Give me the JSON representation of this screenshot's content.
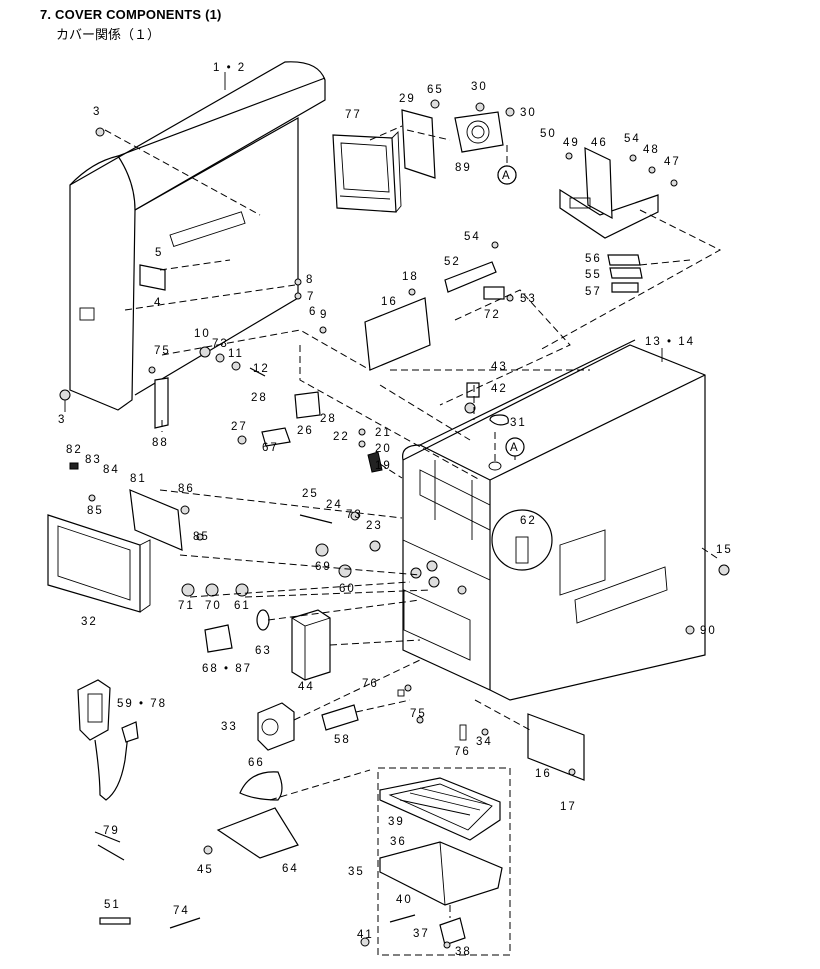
{
  "header": {
    "title": "7.  COVER COMPONENTS (1)",
    "subtitle": "カバー関係（１）"
  },
  "callouts": {
    "c1_2": "1 • 2",
    "c3a": "3",
    "c3b": "3",
    "c4": "4",
    "c5": "5",
    "c6": "6",
    "c7": "7",
    "c8": "8",
    "c9": "9",
    "c10": "10",
    "c11": "11",
    "c12": "12",
    "c13_14": "13 • 14",
    "c15": "15",
    "c16a": "16",
    "c16b": "16",
    "c17": "17",
    "c18": "18",
    "c19": "19",
    "c20": "20",
    "c21": "21",
    "c22": "22",
    "c23": "23",
    "c24": "24",
    "c25": "25",
    "c26": "26",
    "c27": "27",
    "c28a": "28",
    "c28b": "28",
    "c29": "29",
    "c30a": "30",
    "c30b": "30",
    "c31": "31",
    "c32": "32",
    "c33": "33",
    "c34": "34",
    "c35": "35",
    "c36": "36",
    "c37": "37",
    "c38": "38",
    "c39": "39",
    "c40": "40",
    "c41": "41",
    "c42": "42",
    "c43": "43",
    "c44": "44",
    "c45": "45",
    "c46": "46",
    "c47": "47",
    "c48": "48",
    "c49": "49",
    "c50": "50",
    "c51": "51",
    "c52": "52",
    "c53": "53",
    "c54a": "54",
    "c54b": "54",
    "c55": "55",
    "c56": "56",
    "c57": "57",
    "c58": "58",
    "c59_78": "59 • 78",
    "c60": "60",
    "c61": "61",
    "c62": "62",
    "c63": "63",
    "c64": "64",
    "c65": "65",
    "c66": "66",
    "c67": "67",
    "c68_87": "68 • 87",
    "c69": "69",
    "c70": "70",
    "c71": "71",
    "c72": "72",
    "c73a": "73",
    "c73b": "73",
    "c74": "74",
    "c75a": "75",
    "c75b": "75",
    "c76a": "76",
    "c76b": "76",
    "c77": "77",
    "c79": "79",
    "c81": "81",
    "c82": "82",
    "c83": "83",
    "c84": "84",
    "c85a": "85",
    "c85b": "85",
    "c86": "86",
    "c88": "88",
    "c89": "89",
    "c90": "90",
    "refA1": "A",
    "refA2": "A"
  }
}
